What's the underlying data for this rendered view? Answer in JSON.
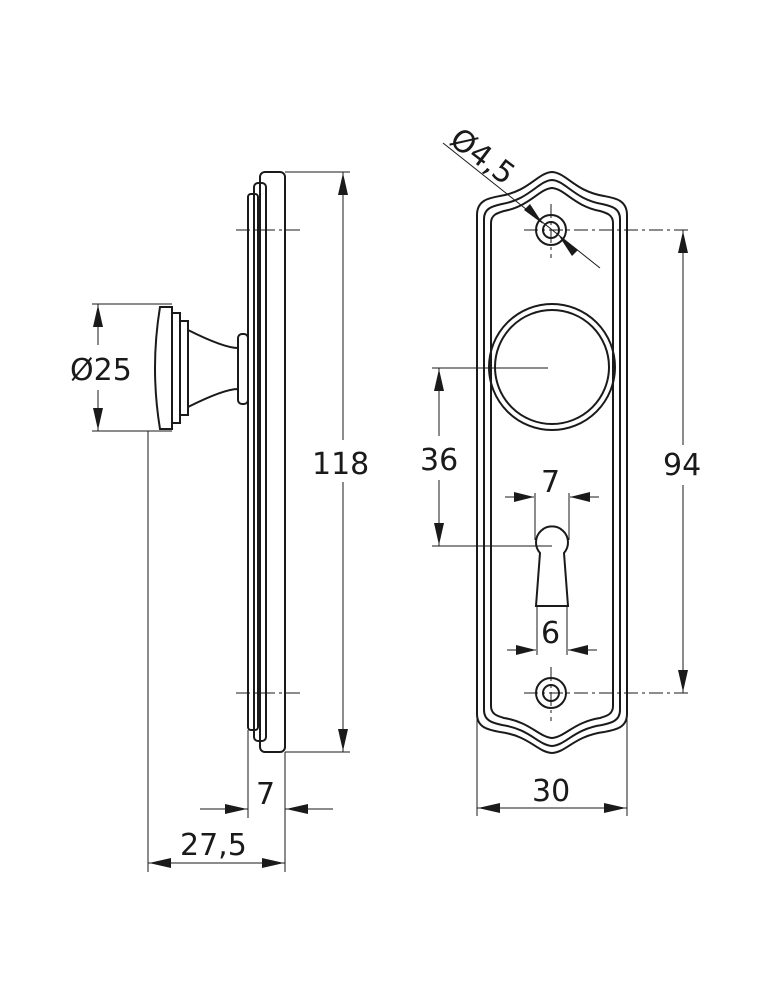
{
  "dimensions": {
    "knob_diameter": "Ø25",
    "plate_height": "118",
    "plate_thickness": "7",
    "total_projection": "27,5",
    "hole_diameter": "Ø4,5",
    "knob_to_keyhole": "36",
    "hole_spacing": "94",
    "keyhole_width": "7",
    "keyhole_slot_width": "6",
    "plate_width": "30"
  }
}
